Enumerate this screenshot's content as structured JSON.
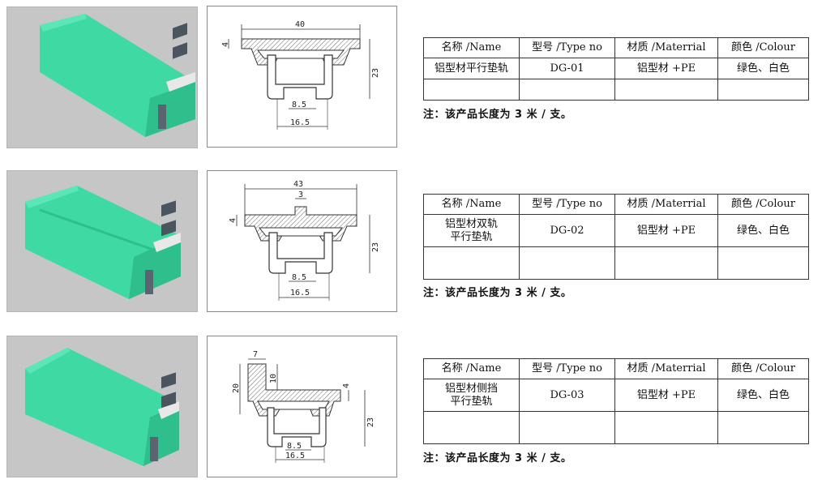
{
  "table_headers": [
    "名称 /Name",
    "型号 /Type no",
    "材质 /Materrial",
    "颜色 /Colour"
  ],
  "products": [
    {
      "name_lines": [
        "铝型材平行垫轨"
      ],
      "type_no": "DG-01",
      "material": "铝型材 +PE",
      "colour": "绿色、白色",
      "note": "注：该产品长度为 3 米 / 支。",
      "dims": {
        "width": "40",
        "flange": "4",
        "height": "23",
        "neck": "8.5",
        "base": "16.5"
      }
    },
    {
      "name_lines": [
        "铝型材双轨",
        "平行垫轨"
      ],
      "type_no": "DG-02",
      "material": "铝型材 +PE",
      "colour": "绿色、白色",
      "note": "注：该产品长度为 3 米 / 支。",
      "dims": {
        "width": "43",
        "rib": "3",
        "flange": "4",
        "height": "23",
        "neck": "8.5",
        "base": "16.5"
      }
    },
    {
      "name_lines": [
        "铝型材侧挡",
        "平行垫轨"
      ],
      "type_no": "DG-03",
      "material": "铝型材 +PE",
      "colour": "绿色、白色",
      "note": "注：该产品长度为 3 米 / 支。",
      "dims": {
        "side_width": "7",
        "side_height": "20",
        "side_inner": "10",
        "flange": "4",
        "height": "23",
        "neck": "8.5",
        "base": "16.5"
      }
    }
  ],
  "colors": {
    "rail_green": "#3fd6a0",
    "rail_dark": "#2fb684",
    "metal": "#4a5560"
  }
}
